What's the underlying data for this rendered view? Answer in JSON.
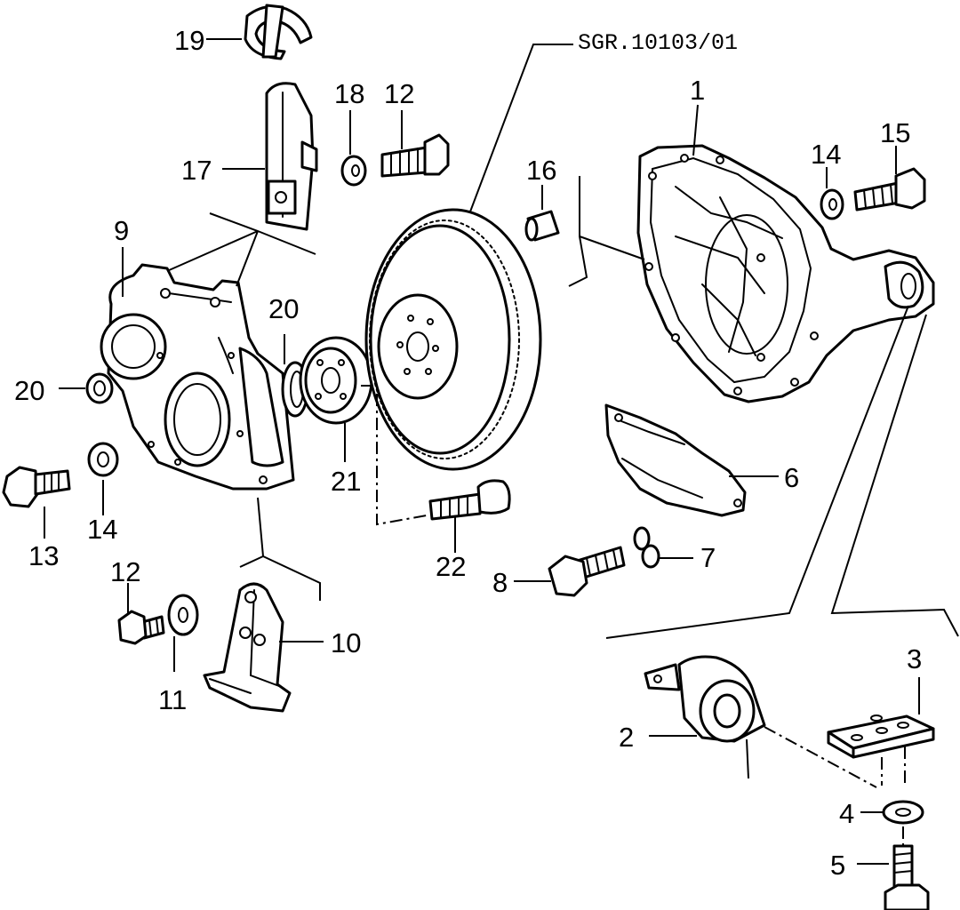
{
  "diagram": {
    "reference_code": "SGR.10103/01",
    "callouts": {
      "c1": "1",
      "c2": "2",
      "c3": "3",
      "c4": "4",
      "c5": "5",
      "c6": "6",
      "c7": "7",
      "c8": "8",
      "c9": "9",
      "c10": "10",
      "c11": "11",
      "c12a": "12",
      "c12b": "12",
      "c13": "13",
      "c14a": "14",
      "c14b": "14",
      "c15": "15",
      "c16": "16",
      "c17": "17",
      "c18": "18",
      "c19": "19",
      "c20a": "20",
      "c20b": "20",
      "c21": "21",
      "c22": "22"
    },
    "colors": {
      "line": "#000000",
      "background": "#ffffff"
    }
  }
}
